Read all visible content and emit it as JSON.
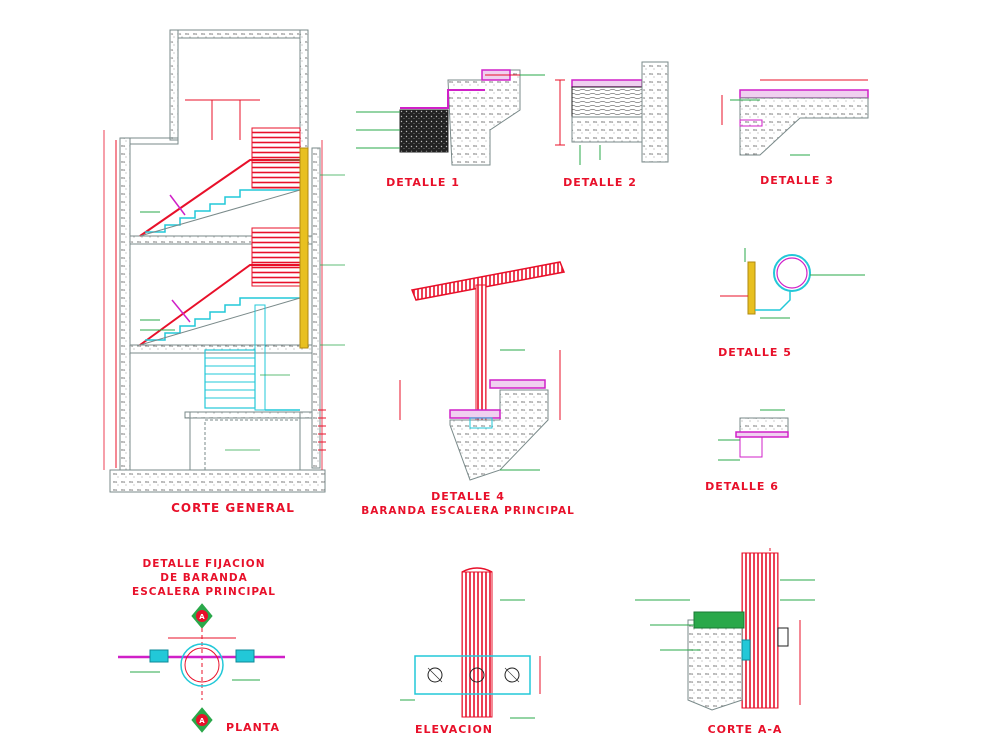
{
  "titles": {
    "corte_general": "CORTE GENERAL",
    "detalle_1": "DETALLE 1",
    "detalle_2": "DETALLE 2",
    "detalle_3": "DETALLE 3",
    "detalle_4": "DETALLE 4",
    "detalle_4_sub": "BARANDA ESCALERA PRINCIPAL",
    "detalle_5": "DETALLE 5",
    "detalle_6": "DETALLE 6",
    "fijacion_1": "DETALLE FIJACION",
    "fijacion_2": "DE BARANDA",
    "fijacion_3": "ESCALERA PRINCIPAL",
    "planta": "PLANTA",
    "elevacion": "ELEVACION",
    "corte_aa": "CORTE A-A",
    "section_marker": "A"
  },
  "colors": {
    "red": "#e8102a",
    "magenta": "#d020c8",
    "cyan": "#22c8d8",
    "green": "#2aa84a",
    "yellow": "#e8c020",
    "gray": "#7a8a8a",
    "dark": "#202020"
  }
}
